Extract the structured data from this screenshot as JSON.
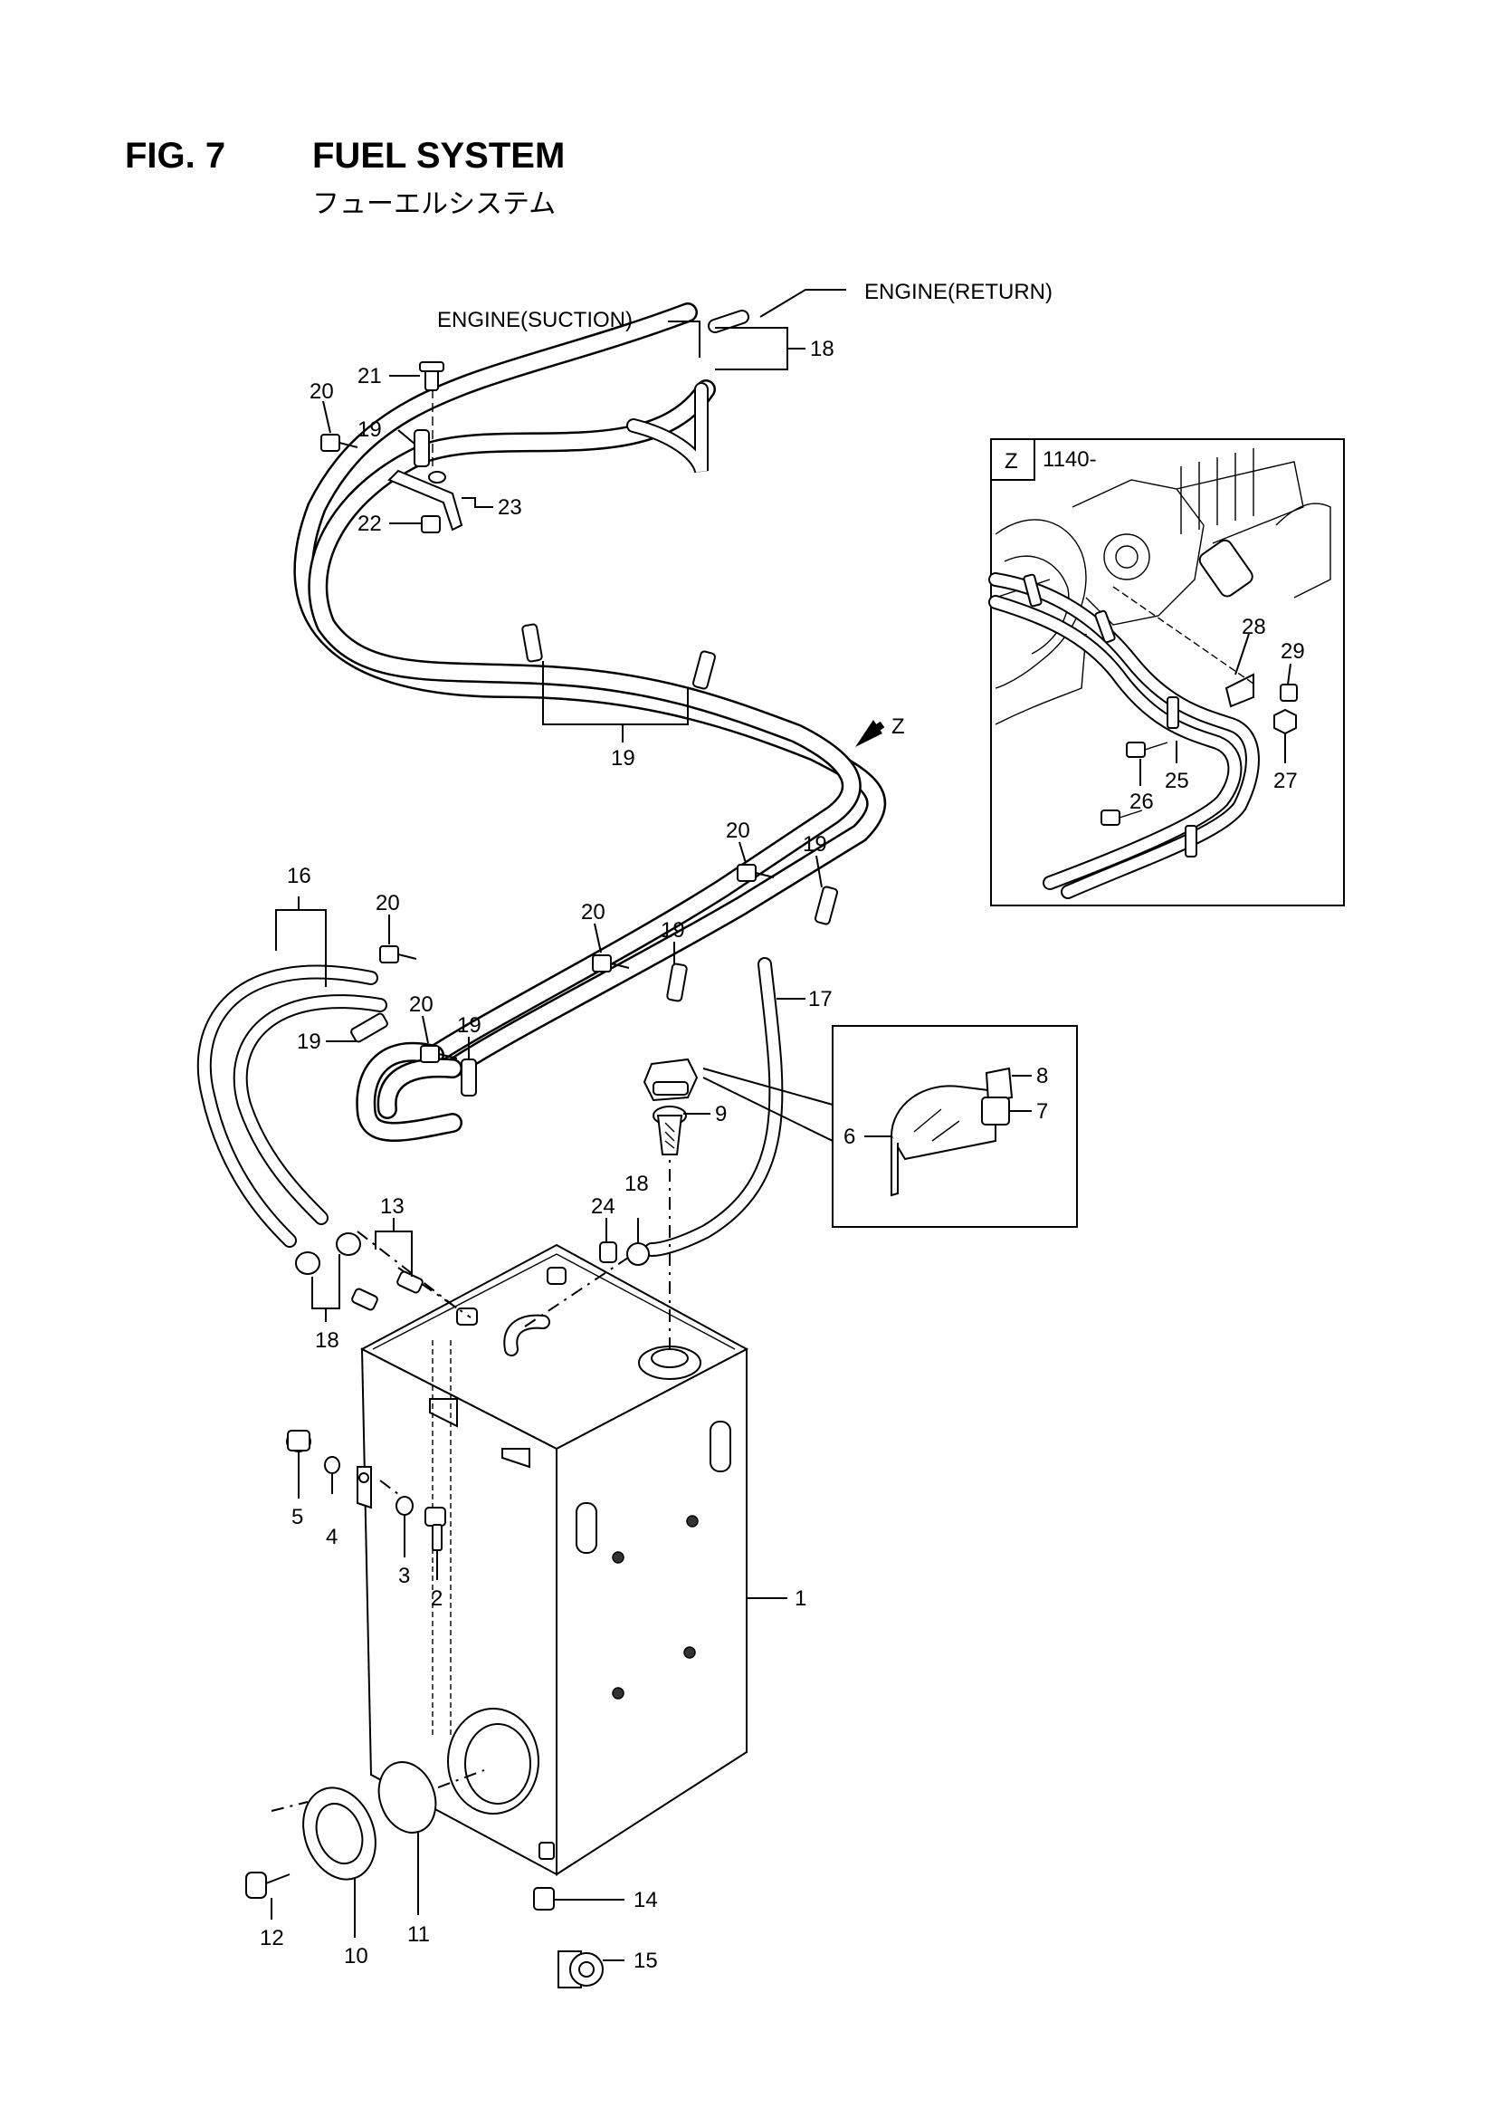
{
  "header": {
    "fig_label": "FIG. 7",
    "title": "FUEL SYSTEM",
    "subtitle": "フューエルシステム"
  },
  "notes": {
    "engine_suction": "ENGINE(SUCTION)",
    "engine_return": "ENGINE(RETURN)",
    "view_arrow": "Z"
  },
  "inset_z": {
    "view_letter": "Z",
    "serial_range": "1140-",
    "callouts": [
      "28",
      "29",
      "25",
      "26",
      "27"
    ]
  },
  "callouts": {
    "c1": "1",
    "c2": "2",
    "c3": "3",
    "c4": "4",
    "c5": "5",
    "c6": "6",
    "c7": "7",
    "c8": "8",
    "c9": "9",
    "c10": "10",
    "c11": "11",
    "c12": "12",
    "c13": "13",
    "c14": "14",
    "c15": "15",
    "c16": "16",
    "c17": "17",
    "c18": "18",
    "c19": "19",
    "c20": "20",
    "c21": "21",
    "c22": "22",
    "c23": "23",
    "c24": "24"
  }
}
